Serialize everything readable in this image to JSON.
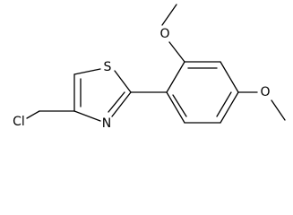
{
  "molecule": {
    "atoms": {
      "chlorine": "Cl",
      "sulfur": "S",
      "nitrogen": "N",
      "oxygen_ortho": "O",
      "oxygen_para": "O"
    }
  }
}
